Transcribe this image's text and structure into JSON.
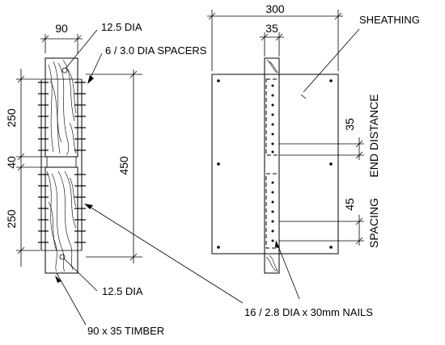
{
  "dims": {
    "timber_width": "90",
    "top_length": "250",
    "gap": "40",
    "bottom_length": "250",
    "overall_length": "450",
    "sheathing_width": "300",
    "timber_thickness": "35",
    "end_distance": "35",
    "spacing": "45"
  },
  "labels": {
    "hole_top": "12.5 DIA",
    "spacers": "6 / 3.0 DIA SPACERS",
    "sheathing": "SHEATHING",
    "end_distance": "END DISTANCE",
    "spacing": "SPACING",
    "hole_bottom": "12.5 DIA",
    "nails": "16 / 2.8 DIA x 30mm NAILS",
    "timber": "90 x 35 TIMBER"
  }
}
